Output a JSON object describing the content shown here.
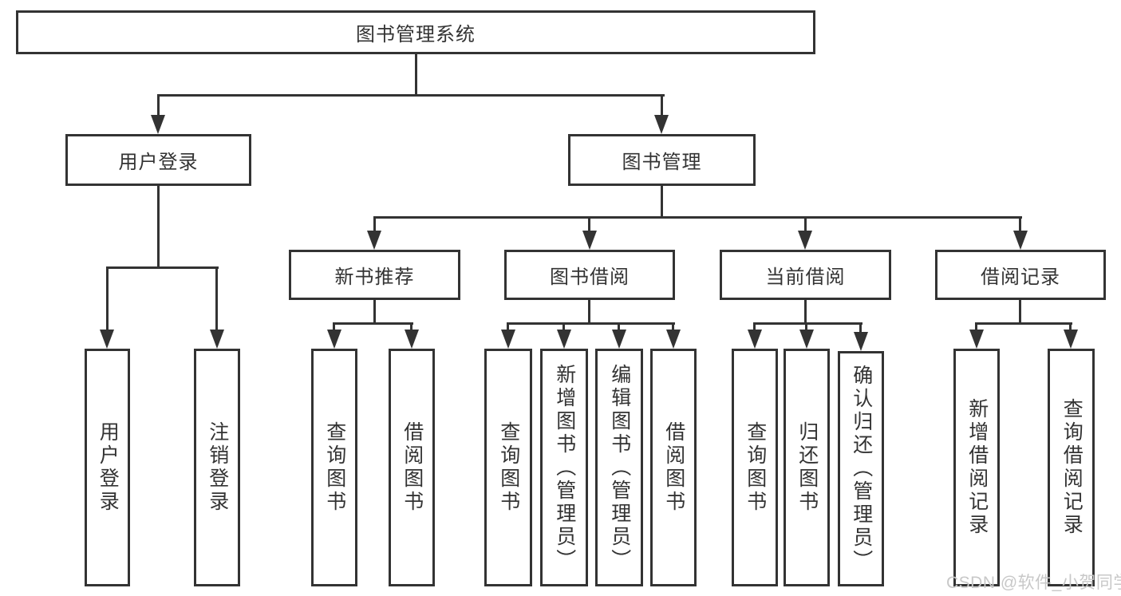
{
  "colors": {
    "line": "#333333",
    "text": "#333333",
    "watermark": "#c8c8c8",
    "background": "#ffffff"
  },
  "diagram": {
    "root": {
      "label": "图书管理系统",
      "children": [
        {
          "label": "用户登录",
          "children": [
            {
              "label": "用户登录"
            },
            {
              "label": "注销登录"
            }
          ]
        },
        {
          "label": "图书管理",
          "children": [
            {
              "label": "新书推荐",
              "children": [
                {
                  "label": "查询图书"
                },
                {
                  "label": "借阅图书"
                }
              ]
            },
            {
              "label": "图书借阅",
              "children": [
                {
                  "label": "查询图书"
                },
                {
                  "label": "新增图书（管理员）"
                },
                {
                  "label": "编辑图书（管理员）"
                },
                {
                  "label": "借阅图书"
                }
              ]
            },
            {
              "label": "当前借阅",
              "children": [
                {
                  "label": "查询图书"
                },
                {
                  "label": "归还图书"
                },
                {
                  "label": "确认归还（管理员）"
                }
              ]
            },
            {
              "label": "借阅记录",
              "children": [
                {
                  "label": "新增借阅记录"
                },
                {
                  "label": "查询借阅记录"
                }
              ]
            }
          ]
        }
      ]
    }
  },
  "watermark": {
    "text": "CSDN @软件_小贺同学"
  }
}
